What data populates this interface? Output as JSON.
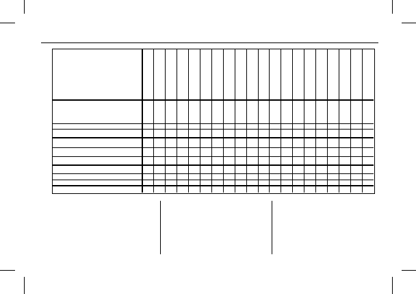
{
  "document": {
    "grid": {
      "label_column_count": 1,
      "data_column_count": 20,
      "row_count": 12,
      "cells": []
    },
    "colors": {
      "ink": "#000000",
      "paper": "#ffffff"
    }
  }
}
